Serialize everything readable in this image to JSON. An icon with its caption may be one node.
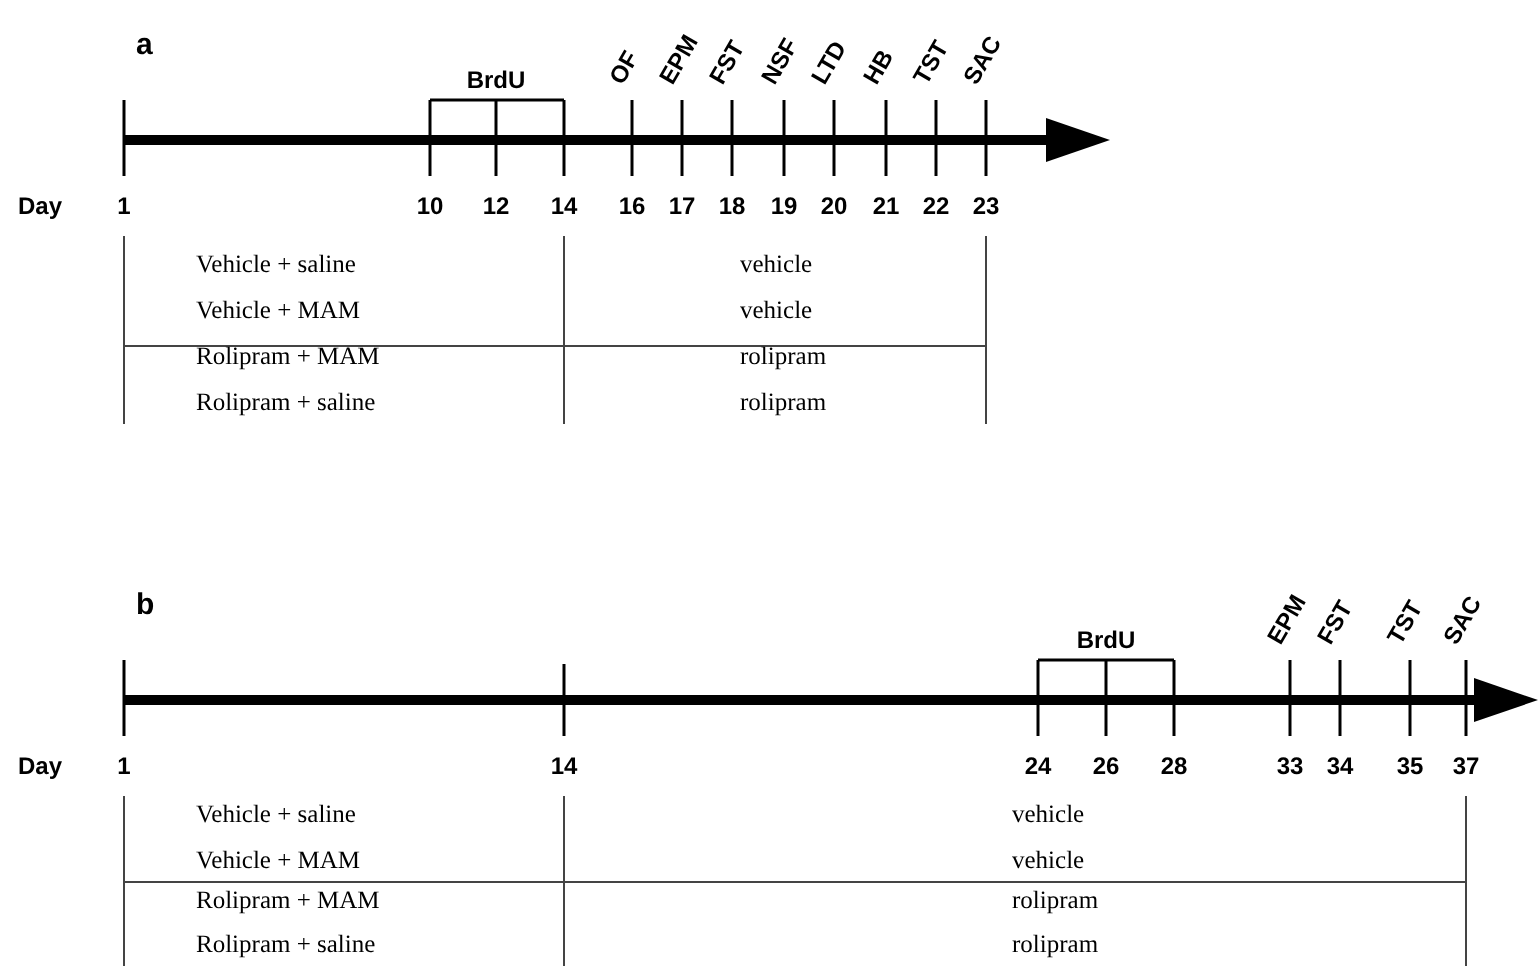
{
  "diagram": {
    "labels": [
      "a",
      "BrdU",
      "OF",
      "EPM",
      "FST",
      "NSF",
      "LTD",
      "HB",
      "TST",
      "SAC",
      "Day",
      "1",
      "10",
      "12",
      "14",
      "16",
      "17",
      "18",
      "19",
      "20",
      "21",
      "22",
      "23",
      "Vehicle + saline",
      "vehicle",
      "Vehicle + MAM",
      "vehicle",
      "Rolipram + MAM",
      "rolipram",
      "Rolipram + saline",
      "rolipram",
      "b",
      "BrdU",
      "EPM",
      "FST",
      "TST",
      "SAC",
      "Day",
      "1",
      "14",
      "24",
      "26",
      "28",
      "33",
      "34",
      "35",
      "37",
      "Vehicle + saline",
      "vehicle",
      "Vehicle + MAM",
      "vehicle",
      "Rolipram + MAM",
      "rolipram",
      "Rolipram + saline",
      "rolipram"
    ]
  }
}
